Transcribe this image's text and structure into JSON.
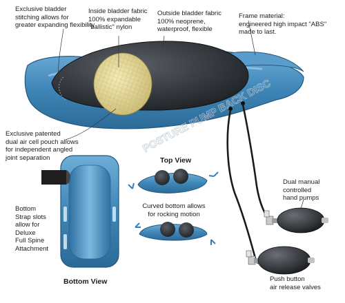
{
  "labels": {
    "stitching": [
      "Exclusive bladder",
      "stitching allows for",
      "greater expanding flexibility"
    ],
    "inside_fabric": [
      "Inside bladder fabric",
      "100% expandable",
      "\"ballistic\" nylon"
    ],
    "outside_fabric": [
      "Outside bladder fabric",
      "100% neoprene,",
      "waterproof, flexible"
    ],
    "frame_material": [
      "Frame material:",
      "engineered high impact \"ABS\"",
      "made to last."
    ],
    "air_cell": [
      "Exclusive patented",
      "dual air cell pouch allows",
      "for independent angled",
      "joint separation"
    ],
    "top_view": "Top View",
    "curved_bottom": [
      "Curved bottom allows",
      "for rocking motion"
    ],
    "strap_slots": [
      "Bottom",
      "Strap slots",
      "allow for",
      "Deluxe",
      "Full Spine",
      "Attachment"
    ],
    "hand_pumps": [
      "Dual manual",
      "controlled",
      "hand pumps"
    ],
    "release_valves": [
      "Push button",
      "air release valves"
    ],
    "bottom_view": "Bottom View"
  },
  "watermark": "POSTURE PUMP BACK DISC",
  "colors": {
    "frame_blue": "#3f86b8",
    "frame_light": "#7bb6dd",
    "neoprene_black": "#2a2d31",
    "nylon_yellow": "#e7dc9a",
    "pump_black": "#1e2124",
    "leader_line": "#333333"
  }
}
